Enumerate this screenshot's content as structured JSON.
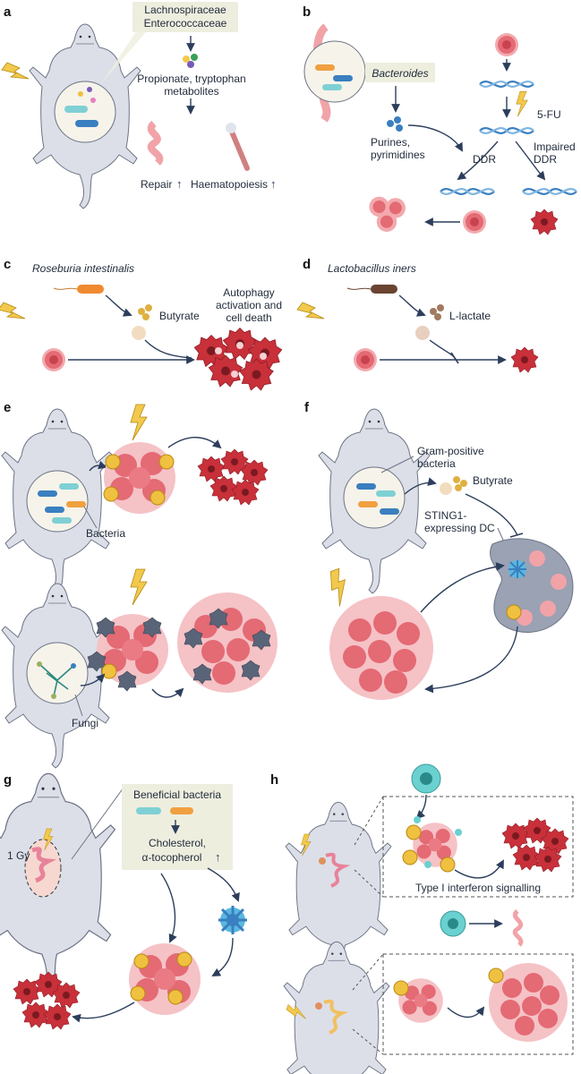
{
  "panels": {
    "a": {
      "label": "a",
      "bacteria": [
        "Lachnospiraceae",
        "Enterococcaceae"
      ],
      "metabolites": [
        "Propionate, tryptophan",
        "metabolites"
      ],
      "repair": "Repair",
      "haematopoiesis": "Haematopoiesis"
    },
    "b": {
      "label": "b",
      "bacteroides": "Bacteroides",
      "purines": [
        "Purines,",
        "pyrimidines"
      ],
      "drug": "5-FU",
      "ddr": "DDR",
      "impaired_ddr": [
        "Impaired",
        "DDR"
      ]
    },
    "c": {
      "label": "c",
      "species": "Roseburia intestinalis",
      "metabolite": "Butyrate",
      "outcome": [
        "Autophagy",
        "activation and",
        "cell death"
      ]
    },
    "d": {
      "label": "d",
      "species": "Lactobacillus iners",
      "metabolite": "L-lactate"
    },
    "e": {
      "label": "e",
      "bacteria": "Bacteria",
      "fungi": "Fungi"
    },
    "f": {
      "label": "f",
      "bacteria": [
        "Gram-positive",
        "bacteria"
      ],
      "metabolite": "Butyrate",
      "dc": [
        "STING1-",
        "expressing DC"
      ]
    },
    "g": {
      "label": "g",
      "dose": "1 Gy",
      "bacteria": "Beneficial bacteria",
      "metabolites": [
        "Cholesterol,",
        "α-tocopherol"
      ]
    },
    "h": {
      "label": "h",
      "signalling": "Type I interferon signalling"
    }
  },
  "colors": {
    "mouse": "#dcdfe8",
    "tumour": "#e46a74",
    "dead_cell": "#c8303a",
    "arrow": "#2c3e5c",
    "dna": "#3a7fc0",
    "bolt": "#f2c94c",
    "callout": "#eeeedf"
  }
}
